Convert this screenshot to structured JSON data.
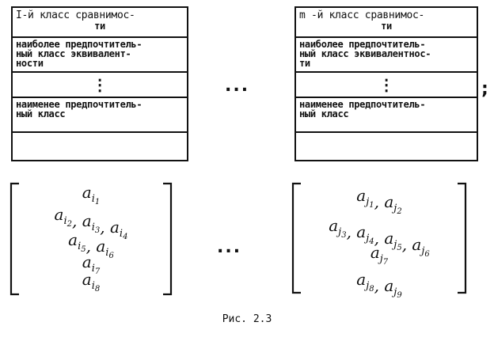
{
  "left_table": {
    "header_line1": "I-й класс сравнимос-",
    "header_line2": "ти",
    "best": "наиболее предпочтитель-\nный класс эквивалент-\nности",
    "dots": "⋮",
    "worst": "наименее предпочтитель-\nный класс"
  },
  "right_table": {
    "header_line1": "m -й класс сравнимос-",
    "header_line2": "ти",
    "best": "наиболее предпочтитель-\nный класс эквивалентнос-\nти",
    "dots": "⋮",
    "worst": "наименее предпочтитель-\nный класс"
  },
  "between_dots_top": "...",
  "semicolon": ";",
  "between_dots_bottom": "...",
  "left_matrix": {
    "rows": [
      [
        "a",
        "i",
        "1"
      ],
      [
        "a",
        "i",
        "2",
        "a",
        "i",
        "3",
        "a",
        "i",
        "4"
      ],
      [
        "a",
        "i",
        "5",
        "a",
        "i",
        "6"
      ],
      [
        "a",
        "i",
        "7"
      ],
      [
        "a",
        "i",
        "8"
      ]
    ]
  },
  "right_matrix": {
    "rows": [
      [
        "a",
        "j",
        "1",
        "a",
        "j",
        "2"
      ],
      [
        "a",
        "j",
        "3",
        "a",
        "j",
        "4",
        "a",
        "j",
        "5",
        "a",
        "j",
        "6"
      ],
      [
        "a",
        "j",
        "7"
      ],
      [
        "a",
        "j",
        "8",
        "a",
        "j",
        "9"
      ]
    ]
  },
  "caption": "Рис. 2.3"
}
